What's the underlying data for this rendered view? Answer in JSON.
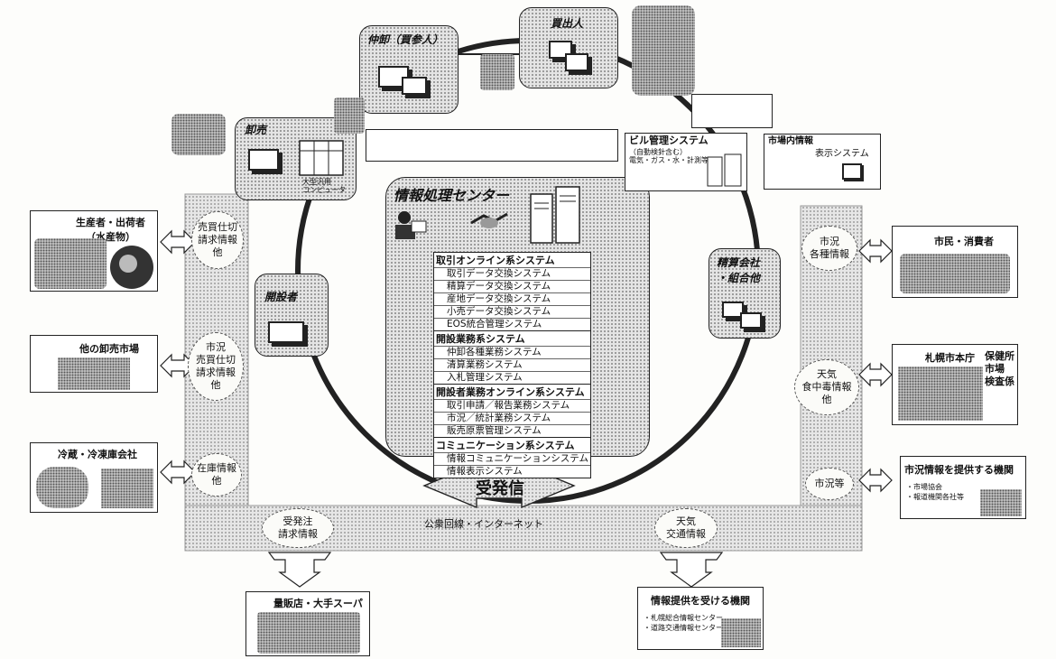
{
  "center": {
    "title": "情報処理センター",
    "groups": [
      {
        "title": "取引オンライン系システム",
        "items": [
          "取引データ交換システム",
          "精算データ交換システム",
          "産地データ交換システム",
          "小売データ交換システム",
          "EOS統合管理システム"
        ]
      },
      {
        "title": "開設業務系システム",
        "items": [
          "仲卸各種業務システム",
          "清算業務システム",
          "入札管理システム"
        ]
      },
      {
        "title": "開設者業務オンライン系システム",
        "items": [
          "取引申請／報告業務システム",
          "市況／統計業務システム",
          "販売原票管理システム"
        ]
      },
      {
        "title": "コミュニケーション系システム",
        "items": [
          "情報コミュニケーションシステム",
          "情報表示システム"
        ]
      }
    ]
  },
  "transceive_label": "受発信",
  "network_label": "公衆回線・インターネット",
  "ring_nodes": {
    "wholesaler": "卸売",
    "wholesaler_sub": "大型汎用\nコンピュータ",
    "middleman": "仲卸（買参人）",
    "buyer": "買出人",
    "opener": "開設者",
    "settlement": "精算会社\n・組合他"
  },
  "building": {
    "title": "ビル管理システム",
    "sub": "（自動検針含む）\n電気・ガス・水・計測等"
  },
  "market_display": {
    "title": "市場内情報",
    "sub": "表示システム"
  },
  "left_ovals": [
    "売買仕切\n請求情報\n他",
    "市況\n売買仕切\n請求情報\n他",
    "在庫情報\n他"
  ],
  "right_ovals": [
    "市況\n各種情報",
    "天気\n食中毒情報\n他",
    "市況等"
  ],
  "bottom_ovals": [
    "受発注\n請求情報",
    "天気\n交通情報"
  ],
  "left_boxes": [
    {
      "title": "生産者・出荷者\n（水産物）"
    },
    {
      "title": "他の卸売市場"
    },
    {
      "title": "冷蔵・冷凍庫会社"
    }
  ],
  "right_boxes": [
    {
      "title": "市民・消費者"
    },
    {
      "title": "札幌市本庁",
      "side": "保健所\n市場\n検査係"
    },
    {
      "title": "市況情報を提供する機関",
      "items": "・市場協会\n・報道機関各社等"
    }
  ],
  "bottom_boxes": [
    {
      "title": "量販店・大手スーパー"
    },
    {
      "title": "情報提供を受ける機関",
      "items": "・札幌総合情報センター\n・道路交通情報センター等"
    }
  ]
}
